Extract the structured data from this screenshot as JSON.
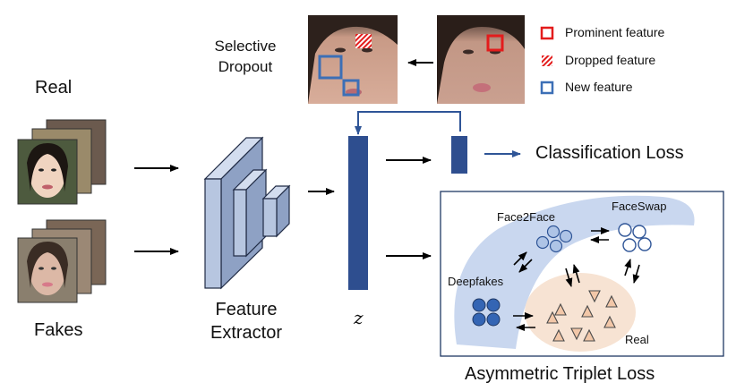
{
  "labels": {
    "real": "Real",
    "fakes": "Fakes",
    "selective_dropout_line1": "Selective",
    "selective_dropout_line2": "Dropout",
    "feature_extractor_line1": "Feature",
    "feature_extractor_line2": "Extractor",
    "z": "z",
    "classification_loss": "Classification Loss",
    "asymmetric_triplet_loss": "Asymmetric Triplet Loss"
  },
  "legend": {
    "prominent": "Prominent feature",
    "dropped": "Dropped feature",
    "new": "New feature"
  },
  "cluster_labels": {
    "face2face": "Face2Face",
    "faceswap": "FaceSwap",
    "deepfakes": "Deepfakes",
    "real": "Real"
  },
  "colors": {
    "bar_blue": "#2e4e8f",
    "arrow_blue": "#2f5597",
    "extractor_front": "#b7c6e0",
    "extractor_side": "#8ea1c4",
    "prominent_red": "#e31c1c",
    "new_blue": "#3c6fb6",
    "band_blue": "#c9d7ef",
    "real_region": "#f7e3d3",
    "deepfakes_fill": "#3465b4",
    "face2face_fill": "#aec4e6",
    "triangle_fill": "#f2c7a8"
  }
}
